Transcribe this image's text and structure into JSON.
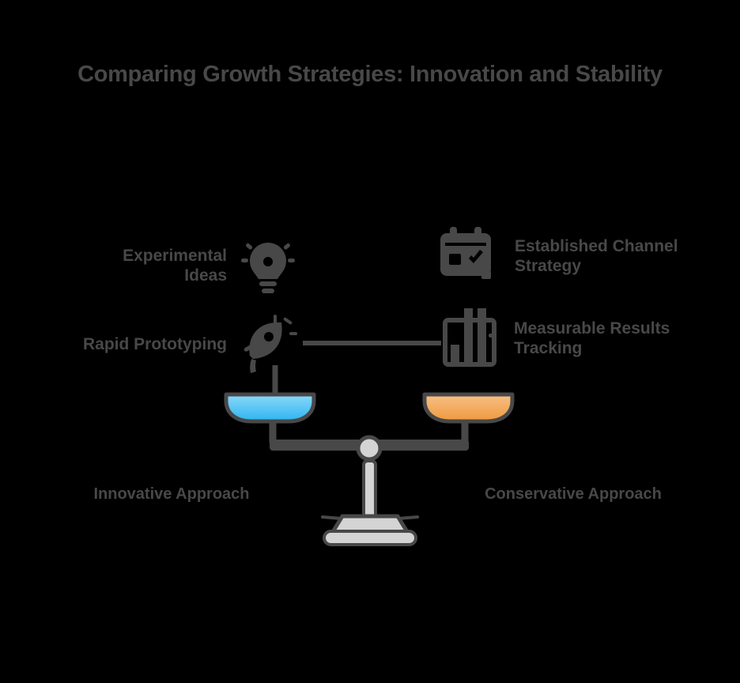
{
  "colors": {
    "background": "#000000",
    "ink": "#484848",
    "stand_fill": "#d4d4d4",
    "left_pan_top": "#8bd9f8",
    "left_pan_bottom": "#2db4f0",
    "right_pan_top": "#f8c085",
    "right_pan_bottom": "#ef993f"
  },
  "title": "Comparing Growth Strategies: Innovation and Stability",
  "left_features": [
    {
      "icon": "lightbulb-icon",
      "label_lines": [
        "Experimental",
        "Ideas"
      ]
    },
    {
      "icon": "rocket-icon",
      "label_lines": [
        "Rapid Prototyping"
      ]
    }
  ],
  "right_features": [
    {
      "icon": "calendar-icon",
      "label_lines": [
        "Established Channel",
        "Strategy"
      ]
    },
    {
      "icon": "bar-chart-icon",
      "label_lines": [
        "Measurable Results",
        "Tracking"
      ]
    }
  ],
  "scale": {
    "left_pan_label": "Innovative Approach",
    "right_pan_label": "Conservative Approach"
  }
}
